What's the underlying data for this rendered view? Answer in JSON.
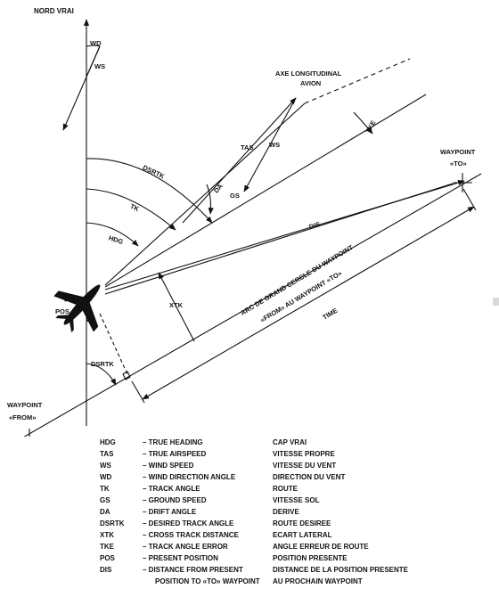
{
  "diagram": {
    "labels": {
      "nord_vrai": "NORD VRAI",
      "wd": "WD",
      "ws_top": "WS",
      "axe_line1": "AXE LONGITUDINAL",
      "axe_line2": "AVION",
      "tas": "TAS",
      "ws_mid": "WS",
      "tke": "TKE",
      "waypoint_to_line1": "WAYPOINT",
      "waypoint_to_line2": "«TO»",
      "dsrtk_top": "DSRTK",
      "da": "DA",
      "gs": "GS",
      "tk": "TK",
      "hdg": "HDG",
      "dis": "DIS",
      "arc_line1": "ARC DE GRAND CERCLE DU WAYPOINT",
      "arc_line2": "«FROM» AU WAYPOINT «TO»",
      "time": "TIME",
      "xtk": "XTK",
      "pos": "POS",
      "dsrtk_bottom": "DSRTK",
      "waypoint_from_line1": "WAYPOINT",
      "waypoint_from_line2": "«FROM»"
    }
  },
  "legend": [
    {
      "abbr": "HDG",
      "en": "– TRUE HEADING",
      "fr": "CAP VRAI"
    },
    {
      "abbr": "TAS",
      "en": "– TRUE AIRSPEED",
      "fr": "VITESSE PROPRE"
    },
    {
      "abbr": "WS",
      "en": "– WIND SPEED",
      "fr": "VITESSE DU VENT"
    },
    {
      "abbr": "WD",
      "en": "– WIND DIRECTION ANGLE",
      "fr": "DIRECTION DU VENT"
    },
    {
      "abbr": "TK",
      "en": "– TRACK ANGLE",
      "fr": "ROUTE"
    },
    {
      "abbr": "GS",
      "en": "– GROUND SPEED",
      "fr": "VITESSE SOL"
    },
    {
      "abbr": "DA",
      "en": "– DRIFT  ANGLE",
      "fr": "DERIVE"
    },
    {
      "abbr": "DSRTK",
      "en": "– DESIRED TRACK ANGLE",
      "fr": "ROUTE DESIREE"
    },
    {
      "abbr": "XTK",
      "en": "– CROSS TRACK DISTANCE",
      "fr": "ECART LATERAL"
    },
    {
      "abbr": "TKE",
      "en": "– TRACK ANGLE ERROR",
      "fr": "ANGLE ERREUR DE ROUTE"
    },
    {
      "abbr": "POS",
      "en": "– PRESENT POSITION",
      "fr": "POSITION PRESENTE"
    },
    {
      "abbr": "DIS",
      "en": "– DISTANCE FROM PRESENT",
      "fr": "DISTANCE DE LA POSITION PRESENTE"
    },
    {
      "abbr": "",
      "en": "POSITION TO «TO» WAYPOINT",
      "fr": "AU PROCHAIN WAYPOINT"
    }
  ]
}
